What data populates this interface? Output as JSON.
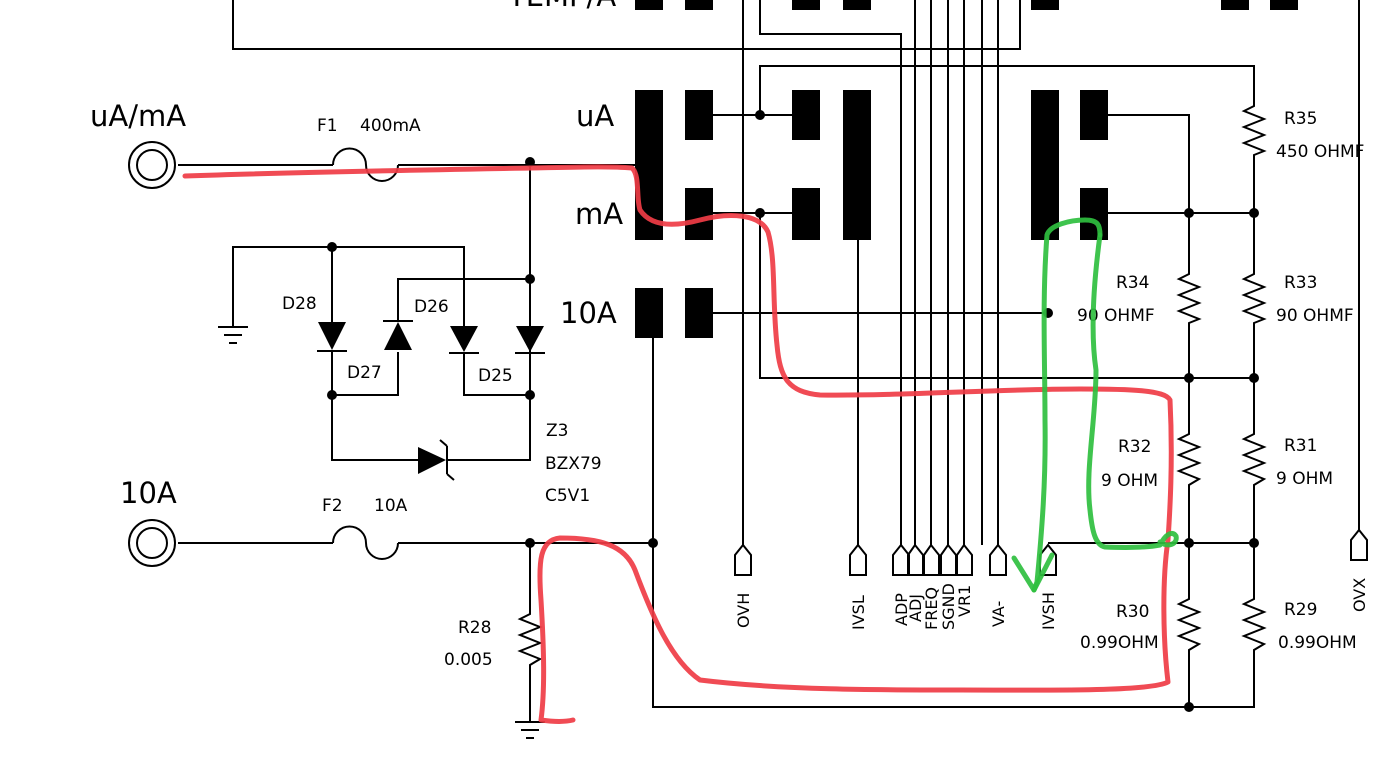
{
  "jacks": {
    "ua_ma": "uA/mA",
    "ten_a": "10A"
  },
  "fuses": {
    "f1": {
      "ref": "F1",
      "value": "400mA"
    },
    "f2": {
      "ref": "F2",
      "value": "10A"
    }
  },
  "switch": {
    "ua": "uA",
    "ma": "mA",
    "ten_a": "10A",
    "top_partial": "TEMP/A"
  },
  "diodes": {
    "d25": "D25",
    "d26": "D26",
    "d27": "D27",
    "d28": "D28"
  },
  "zener": {
    "ref": "Z3",
    "part_line1": "BZX79",
    "part_line2": "C5V1"
  },
  "resistors": {
    "r28": {
      "ref": "R28",
      "value": "0.005"
    },
    "r29": {
      "ref": "R29",
      "value": "0.99OHM"
    },
    "r30": {
      "ref": "R30",
      "value": "0.99OHM"
    },
    "r31": {
      "ref": "R31",
      "value": "9 OHM"
    },
    "r32": {
      "ref": "R32",
      "value": "9 OHM"
    },
    "r33": {
      "ref": "R33",
      "value": "90 OHMF"
    },
    "r34": {
      "ref": "R34",
      "value": "90 OHMF"
    },
    "r35": {
      "ref": "R35",
      "value": "450 OHMF"
    }
  },
  "signals": {
    "ovh": "OVH",
    "ivsl": "IVSL",
    "adp": "ADP",
    "adj": "ADJ",
    "freq": "FREQ",
    "sgnd": "SGND",
    "vr1": "VR1",
    "va_minus": "VA-",
    "ivsh": "IVSH",
    "ovx": "OVX"
  },
  "annotations": {
    "current_path_color": "#ef3c45",
    "sense_path_color": "#2fbf3f"
  }
}
